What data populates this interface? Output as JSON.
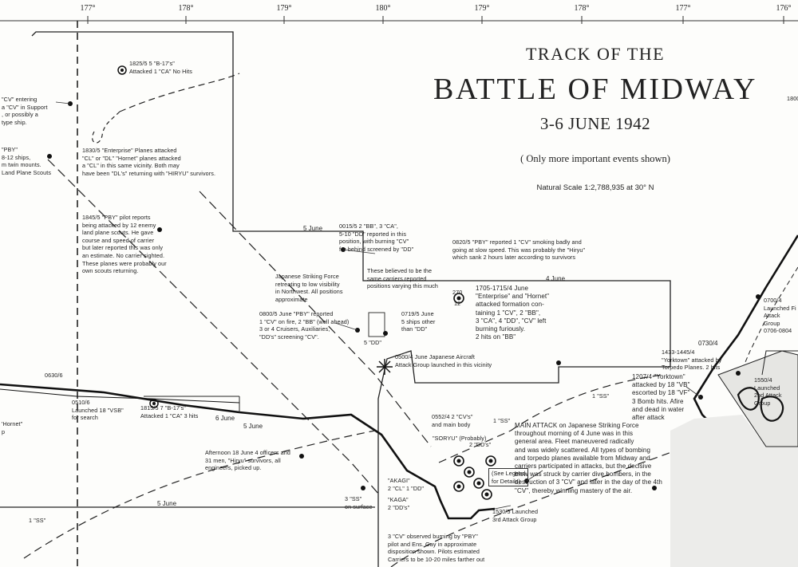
{
  "title": {
    "line1": "TRACK OF THE",
    "line2": "BATTLE OF MIDWAY",
    "line3": "3-6 JUNE 1942",
    "note": "( Only more important events shown)",
    "scale": "Natural Scale 1:2,788,935 at 30° N"
  },
  "longitudes": [
    "177°",
    "178°",
    "179°",
    "180°",
    "179°",
    "178°",
    "177°",
    "176°"
  ],
  "date_labels": {
    "june5_upper": "5 June",
    "june4_upper": "4 June",
    "june6_track": "6 June",
    "june5_track": "5 June",
    "june5_lower": "5 June",
    "june4_right": "0730/4"
  },
  "annotations": {
    "cv_support": "\"CV\" entering\na \"CV\" in Support\n, or possibly a\ntype ship.",
    "pby_ships": "\"PBY\"\n8-12 ships,\nm twin mounts.\n Land Plane Scouts",
    "b17_1825": "1825/5 5 \"B-17's\"\nAttacked 1 \"CA\" No Hits",
    "enterprise_1830": "1830/5 \"Enterprise\" Planes attacked\n\"CL\" or \"DL\" \"Hornet\" planes attacked\na \"CL\" in this same vicinity. Both may\nhave been \"DL's\" returning with \"HIRYU\" survivors.",
    "pby_1845": "1845/5 \"PBY\" pilot reports\nbeing attacked by 12 enemy\nland plane scouts. He gave\ncourse and speed of carrier\nbut later reported this was only\nan estimate. No carrier sighted.\nThese planes were probably our\nown scouts returning.",
    "pos_0015": "0015/5 2 \"BB\", 3 \"CA\",\n5-10 \"DD\" reported in this\nposition, with burning \"CV\"\nfor behind screened by \"DD\"",
    "pby_0820": "0820/5 \"PBY\" reported 1 \"CV\" smoking badly and\ngoing at slow speed. This was probably the \"Hiryu\"\nwhich sank 2 hours later according to survivors",
    "believed": "These believed to be the\nsame carriers reported\npositions varying this much",
    "strike_force": "Japanese Striking Force\nretreating to low visibility\nin Northwest. All positions\napproximate",
    "pby_0800": "0800/5 June \"PBY\" reported\n1 \"CV\" on fire, 2 \"BB\" (well ahead)\n3 or 4 Cruisers, Auxiliaries,\n\"DD's\" screening \"CV\".",
    "ships_0719": "0719/5 June\n5 ships other\nthan \"DD\"",
    "dd5": "5 \"DD\"",
    "attack_1705": "1705-1715/4 June\n\"Enterprise\" and \"Hornet\"\nattacked formation con-\ntaining 1 \"CV\", 2 \"BB\",\n3 \"CA\", 4 \"DD\", \"CV\" left\nburning furiously.\n2 hits on \"BB\"",
    "bearing_270": "270",
    "bearing_12": "12",
    "aircraft_0500": "0500/4 June Japanese Aircraft\nAttack Group launched in this vicinity",
    "time_0630": "0630/6",
    "vsb_0510": "0510/6\nLaunched 18 \"VSB\"\nfor search",
    "b17_1815": "1815/5 7 \"B-17's\"\nAttacked 1 \"CA\" 3 hits",
    "hornet_left": "'Hornet\"\np",
    "hiryu_pickup": "Afternoon 18 June 4 officers and\n31 men, \"Hiryu\" survivors, all\nengineers, picked up.",
    "cvs_0552": "0552/4 2 \"CV's\"\nand main body",
    "soryu": "\"SORYU\" (Probably)",
    "dds2": "2 \"DD's\"",
    "legend": "(See Legend\nfor Details)",
    "akagi": "\"AKAGI\"\n2 \"CL\" 1 \"DD\"",
    "kaga": "\"KAGA\"\n2 \"DD's\"",
    "ss3": "3 \"SS\"\non surface",
    "launch_1530": "1530/5 Launched\n3rd Attack Group",
    "observed_3cv": "3 \"CV\" observed burning by \"PBY\"\npilot and Ens. Gay in approximate\ndisposition shown. Pilots estimated\nCarriers to be 10-20 miles farther out",
    "main_attack": "MAIN ATTACK on Japanese Striking Force\nthroughout morning of 4 June was in this\ngeneral area. Fleet maneuvered radically\nand was widely scattered. All types of bombing\nand torpedo planes available from Midway and\ncarriers participated in attacks, but the decisive\nblow was struck by carrier dive bombers, in the\ndestruction of 3 \"CV\" and later in the day of the 4th\n\"CV\", thereby winning mastery of the air.",
    "ss1_upper": "1 \"SS\"",
    "ss1_lower": "1 \"SS\"",
    "ss1_left": "1 \"SS\"",
    "torpedo_1433": "1433-1445/4\n\"Yorktown\" attacked by\nTorpedo Planes. 2 hits",
    "yorktown_1207": "1207/4 \"Yorktown\"\nattacked by 18 \"VB\"\nescorted by 18 \"VF\"\n3 Bomb hits. Afire\nand dead in water\nafter attack",
    "launch_1550": "1550/4 Launched\n2nd Attack Group",
    "launch_0700": "0700/4\nLaunched Fi\nAttack Group\n0706-0804",
    "edge_1800": "1800"
  },
  "colors": {
    "ink": "#1a1a1a",
    "paper": "#fdfdfb",
    "terrain_fill": "#e9e9e6"
  }
}
